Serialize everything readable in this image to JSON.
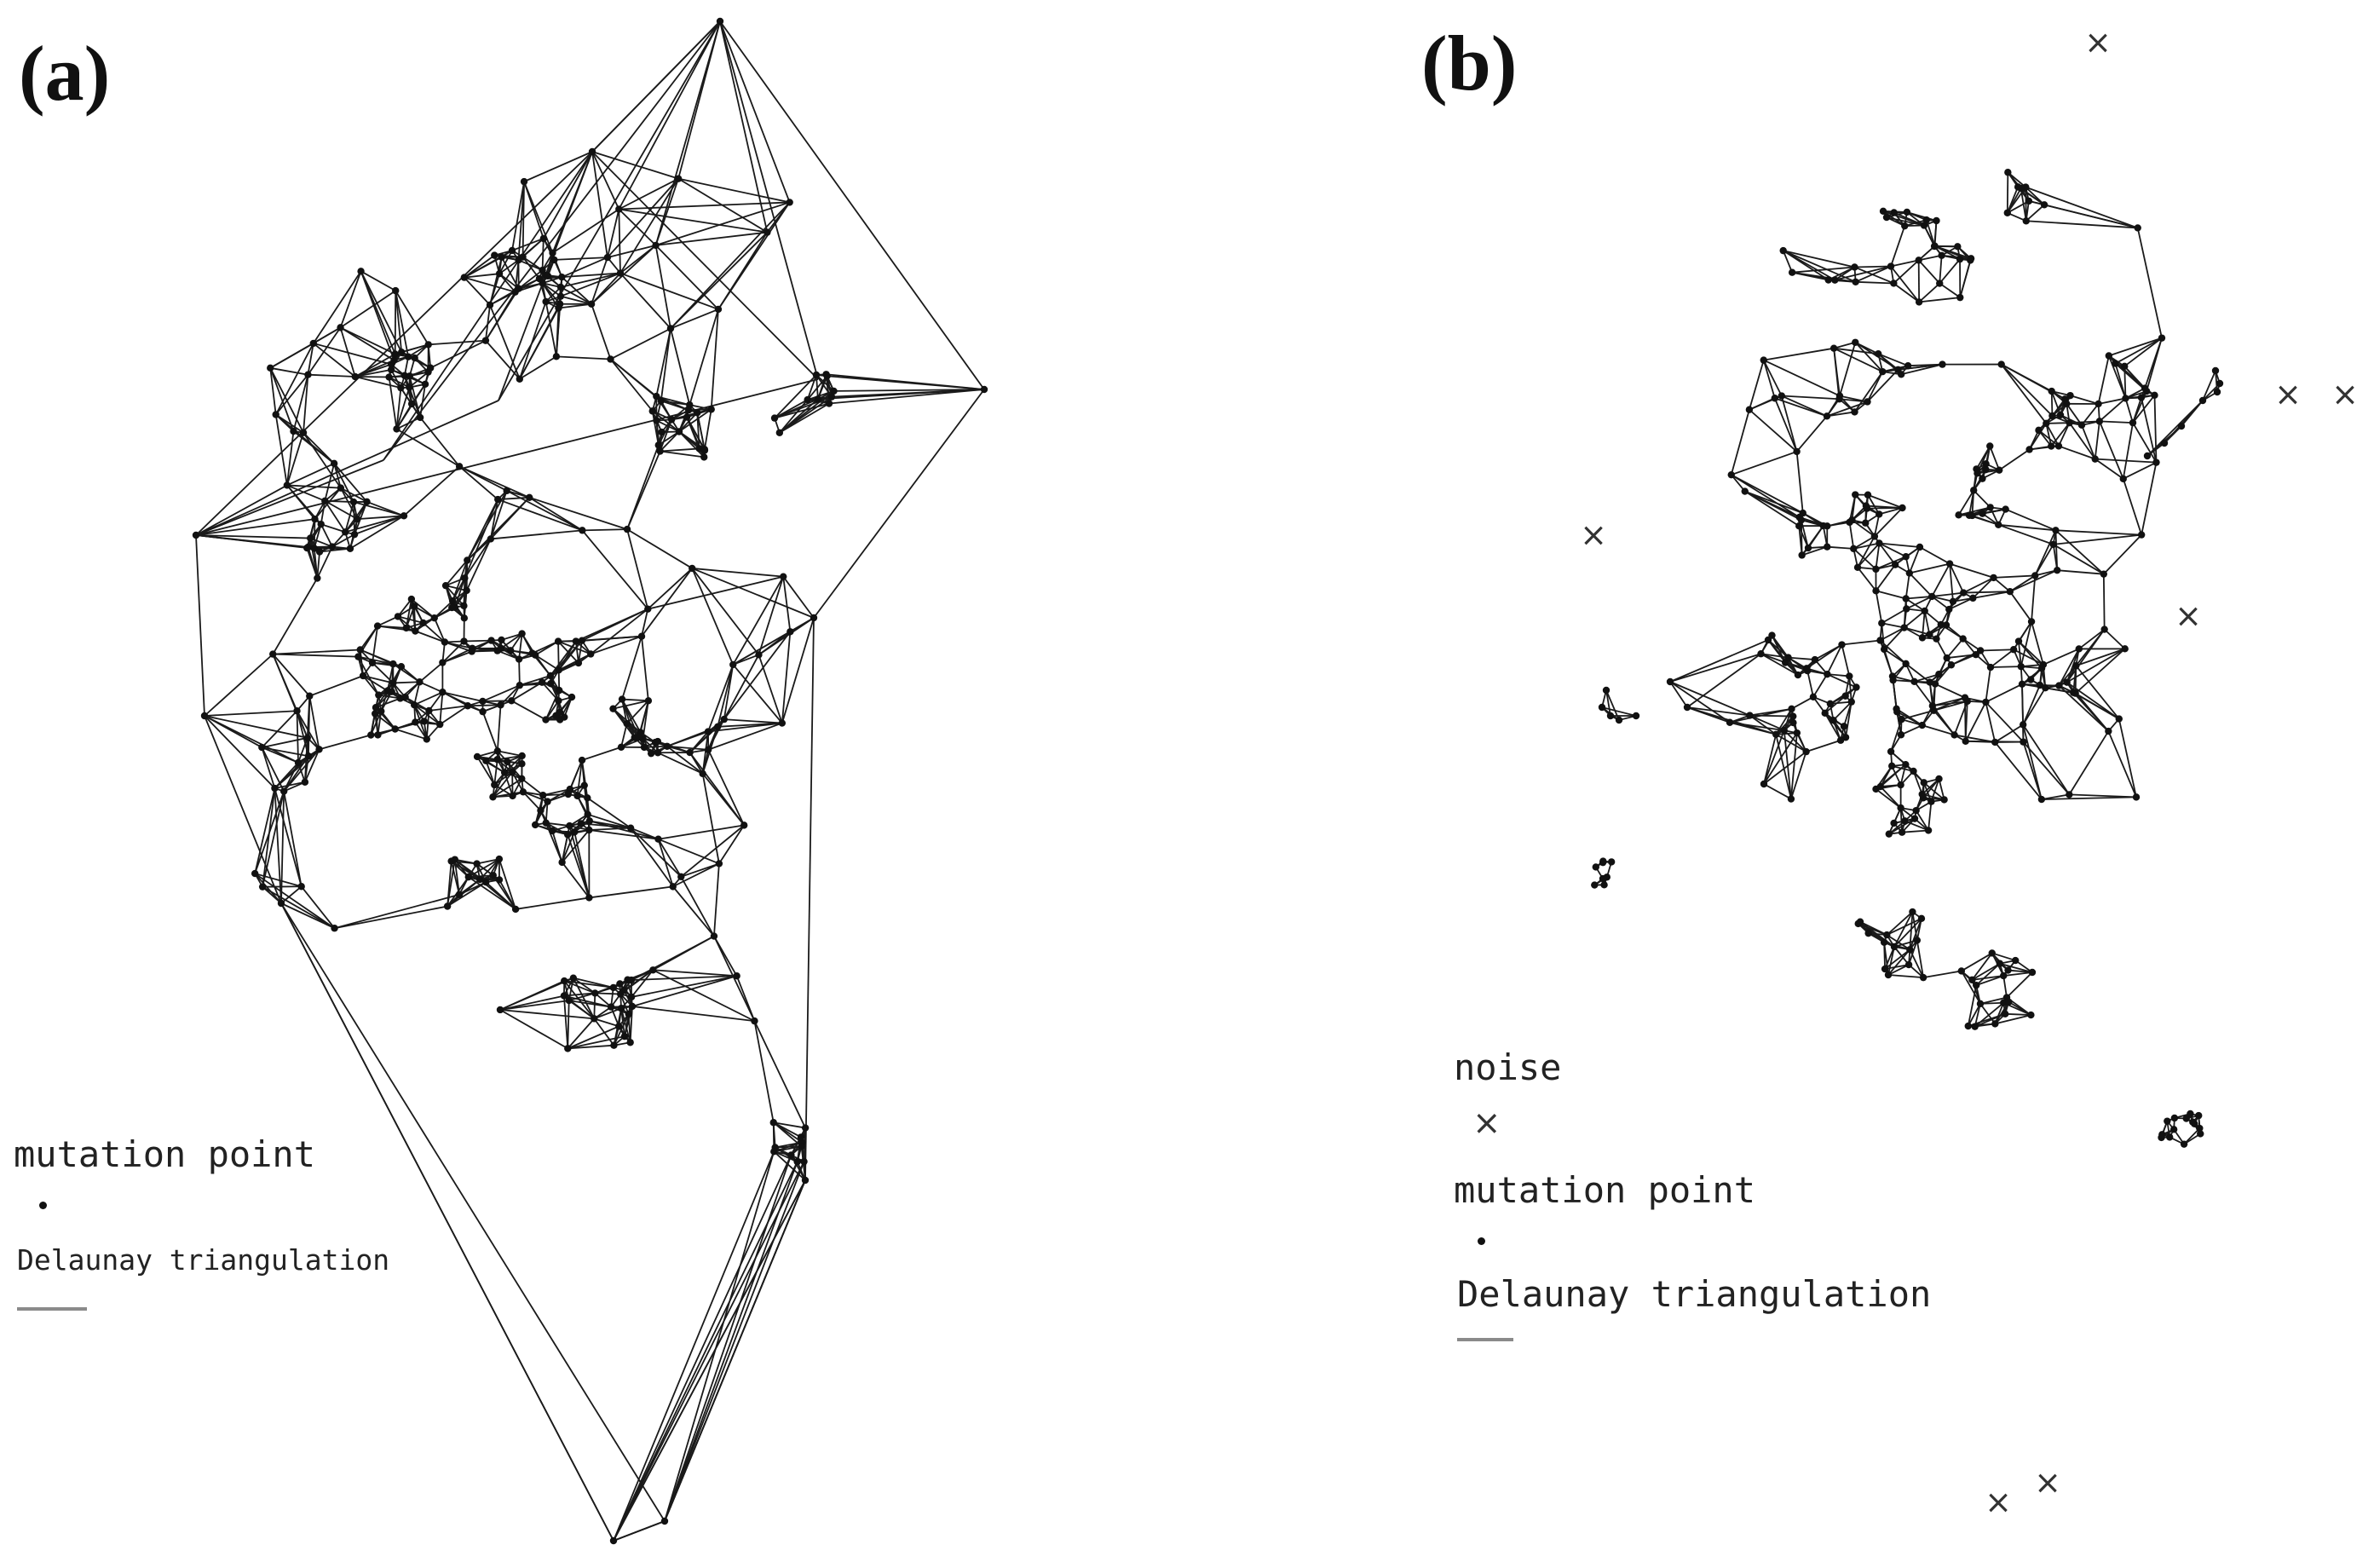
{
  "panels": [
    {
      "id": "a",
      "label": "(a)",
      "legend": {
        "mutation_point": "mutation point",
        "delaunay": "Delaunay triangulation"
      }
    },
    {
      "id": "b",
      "label": "(b)",
      "legend": {
        "noise": "noise",
        "mutation_point": "mutation point",
        "delaunay": "Delaunay triangulation"
      }
    }
  ],
  "colors": {
    "edge": "#1a1a1a",
    "point": "#111111",
    "noise": "#333333",
    "legend_line": "#8a8a8a"
  },
  "icons": {
    "noise_marker": "cross-icon",
    "mutation_marker": "dot-icon"
  }
}
